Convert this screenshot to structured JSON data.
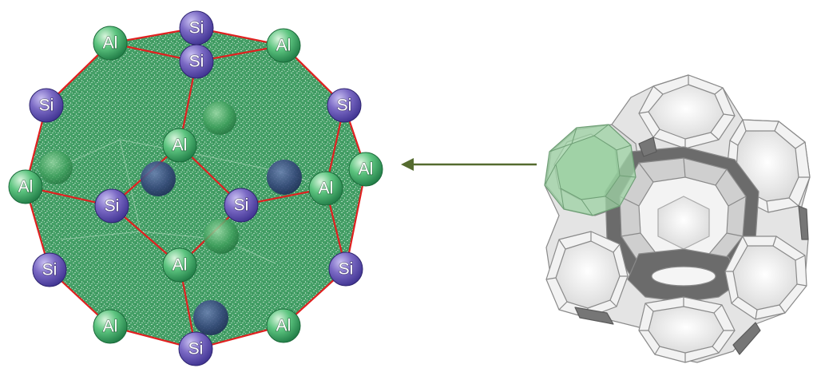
{
  "colors": {
    "si": "#6f5fb6",
    "si_dark": "#3e3290",
    "al": "#4fb874",
    "al_dark": "#1f7a45",
    "bond": "#e02020",
    "cage_fill": "#2f9455",
    "arrow": "#556b2f",
    "frame_face": "#eeeeee",
    "frame_edge": "#8a8a8a",
    "frame_dark": "#6b6b6b",
    "highlight": "#8fcf9a"
  },
  "atoms": {
    "si": {
      "label": "Si"
    },
    "al": {
      "label": "Al"
    }
  },
  "elements": {
    "cage": "sodalite-cage",
    "framework": "zeolite-framework",
    "arrow": "arrow-left"
  }
}
